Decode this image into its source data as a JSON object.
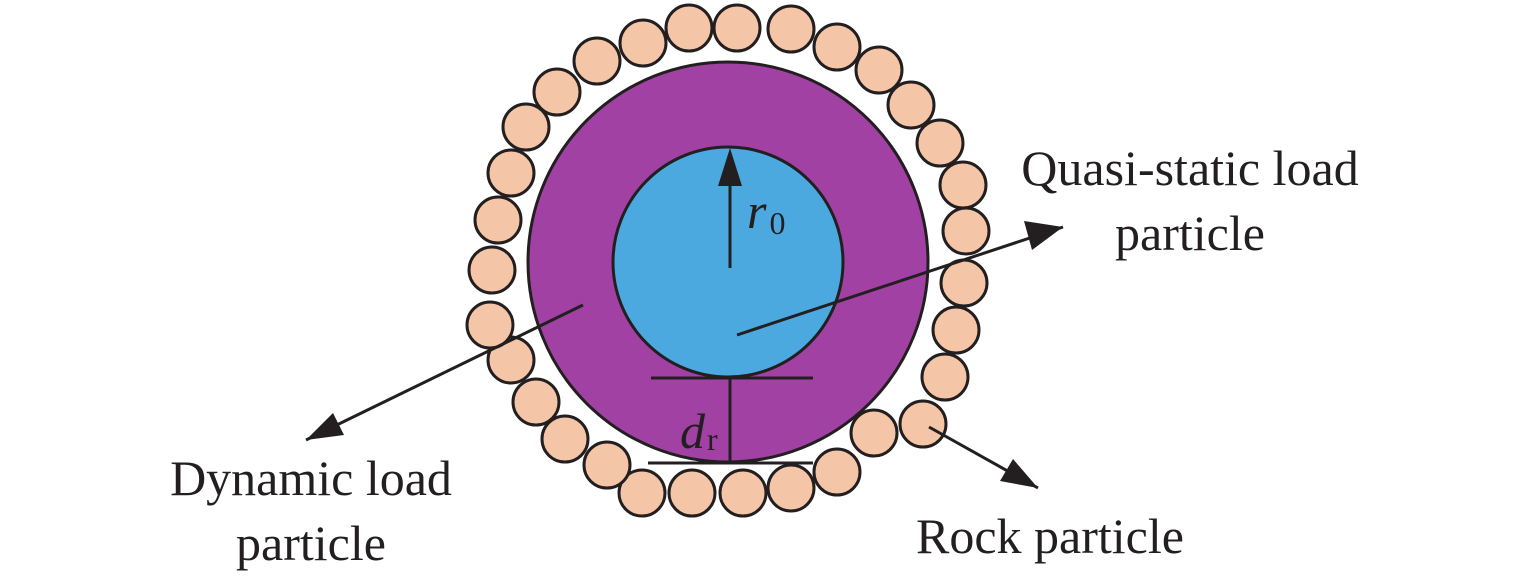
{
  "figure": {
    "colors": {
      "dynamic_load_particle": "#a241a4",
      "quasi_static_load_particle": "#4ba9e0",
      "rock_particle": "#f5c5a7",
      "outline": "#231f20",
      "background": "#ffffff"
    },
    "rock_particle_count": 31,
    "labels": {
      "quasi_static": {
        "line1": "Quasi-static load",
        "line2": "particle"
      },
      "dynamic": {
        "line1": "Dynamic load",
        "line2": "particle"
      },
      "rock": {
        "line1": "Rock particle"
      }
    },
    "symbols": {
      "radius": {
        "main": "r",
        "sub": "0"
      },
      "thickness": {
        "main": "d",
        "sub": "r"
      }
    }
  }
}
